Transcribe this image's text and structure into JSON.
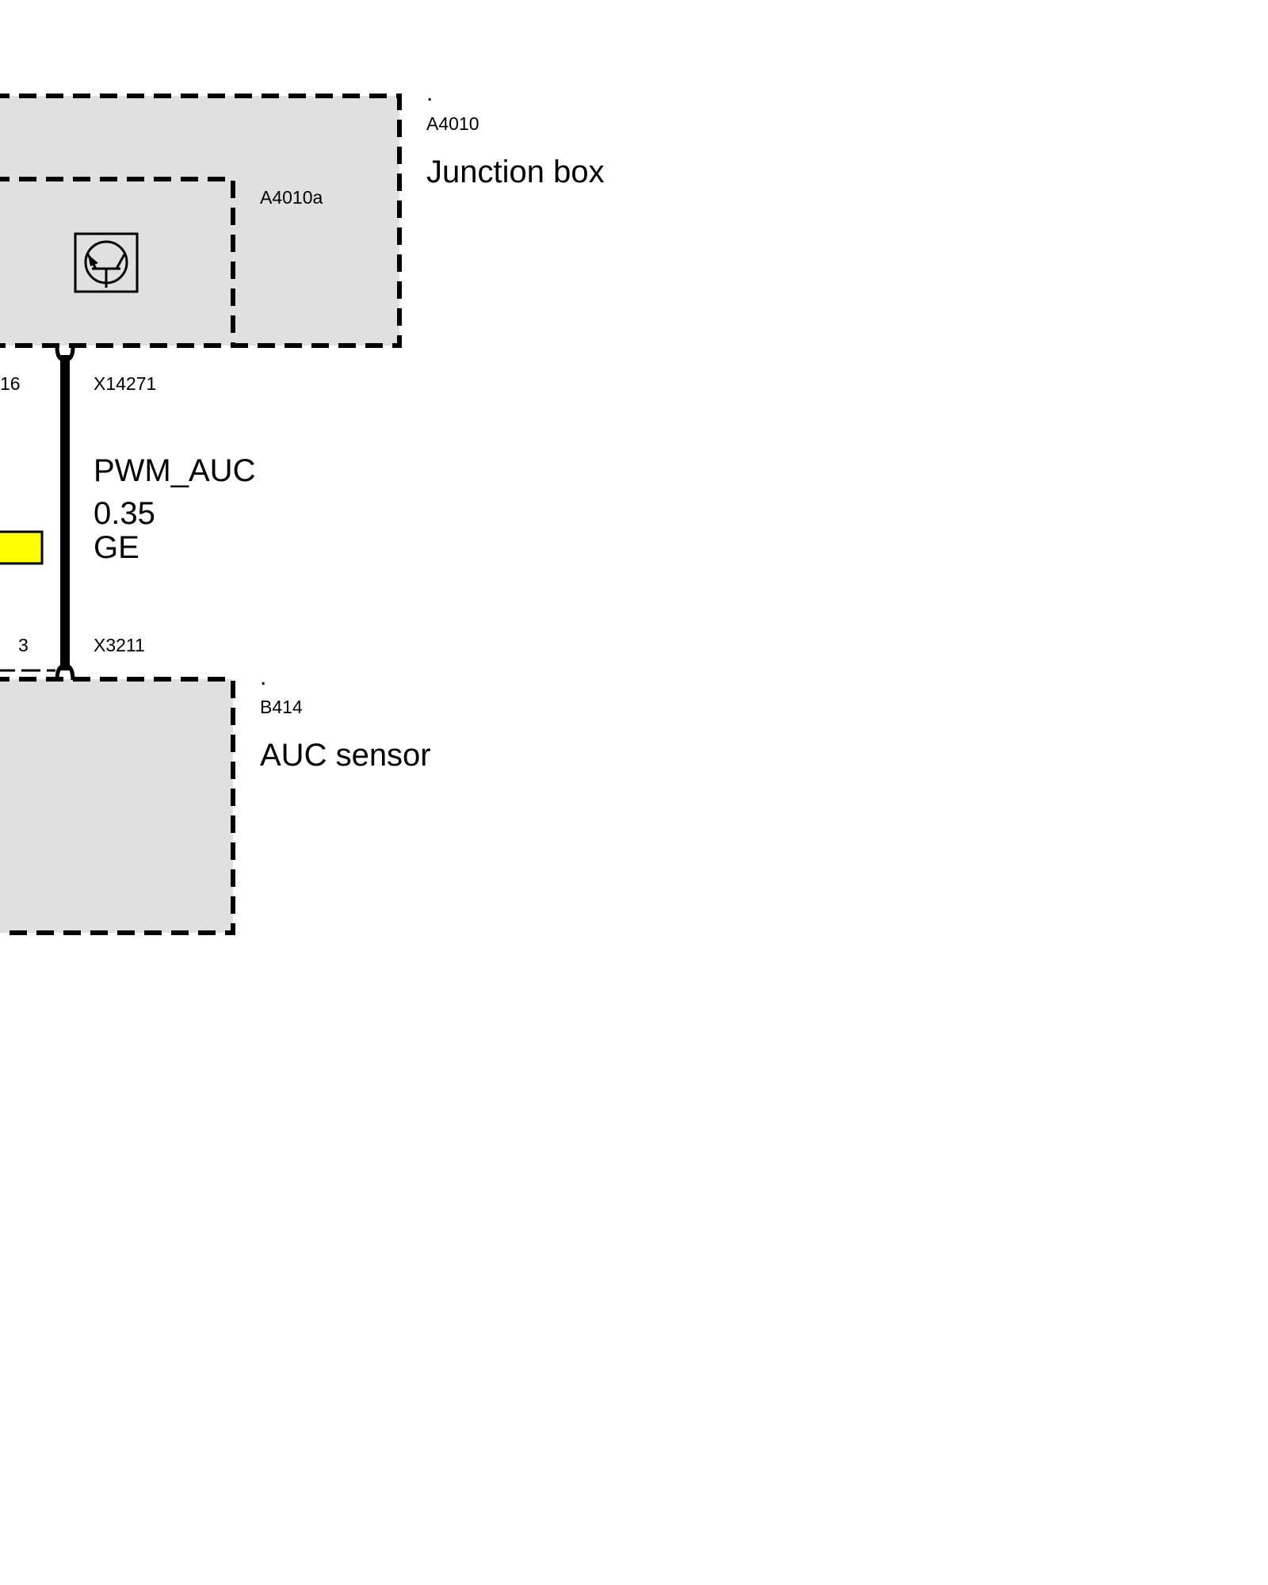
{
  "components": {
    "junction_box": {
      "marker": ".",
      "id": "A4010",
      "name": "Junction box"
    },
    "junction_box_module": {
      "id": "A4010a",
      "icon": "transistor-icon"
    },
    "auc_sensor": {
      "marker": ".",
      "id": "B414",
      "name": "AUC sensor"
    }
  },
  "connectors": {
    "top": {
      "id": "X14271",
      "pin": "16"
    },
    "bottom": {
      "id": "X3211",
      "pin": "3"
    }
  },
  "wire": {
    "signal": "PWM_AUC",
    "gauge": "0.35",
    "color_code": "GE",
    "color_hex": "#ffff00"
  },
  "colors": {
    "box_fill": "#e0e0e0",
    "stroke": "#000000"
  }
}
